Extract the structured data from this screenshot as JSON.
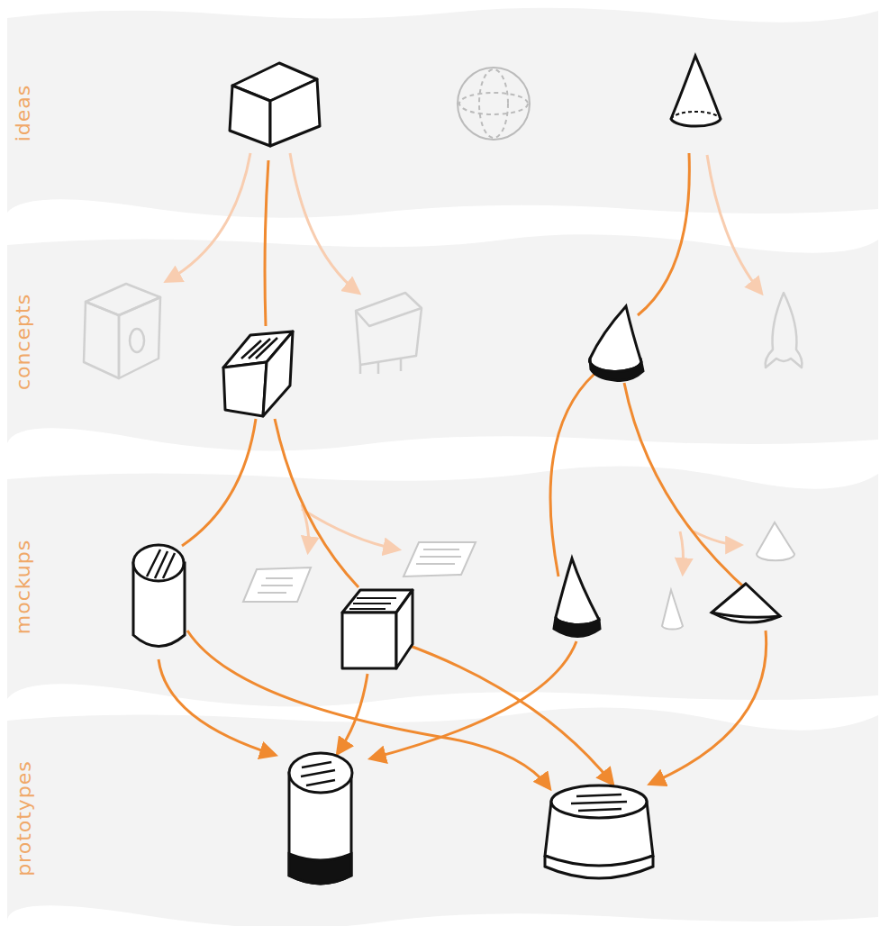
{
  "diagram": {
    "nodes": [
      {
        "text": [
          "ideas"
        ]
      },
      {
        "text": [
          "concepts"
        ]
      },
      {
        "text": [
          "mockups"
        ]
      },
      {
        "text": [
          "prototypes"
        ]
      }
    ]
  }
}
